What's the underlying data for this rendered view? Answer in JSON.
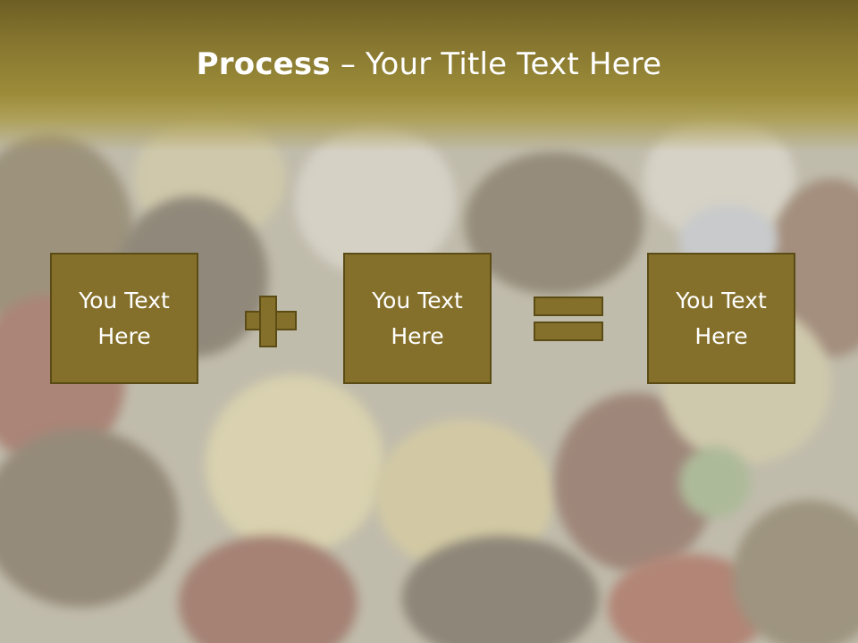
{
  "slide": {
    "title_bold": "Process",
    "title_dash": " – ",
    "title_rest": "Your Title Text Here"
  },
  "process": {
    "boxes": [
      {
        "line1": "You Text",
        "line2": "Here"
      },
      {
        "line1": "You Text",
        "line2": "Here"
      },
      {
        "line1": "You Text",
        "line2": "Here"
      }
    ],
    "operators": [
      "plus-icon",
      "equals-icon"
    ]
  },
  "colors": {
    "accent": "#84702a",
    "accent_border": "#5b4c15",
    "title_band": "#877730"
  }
}
